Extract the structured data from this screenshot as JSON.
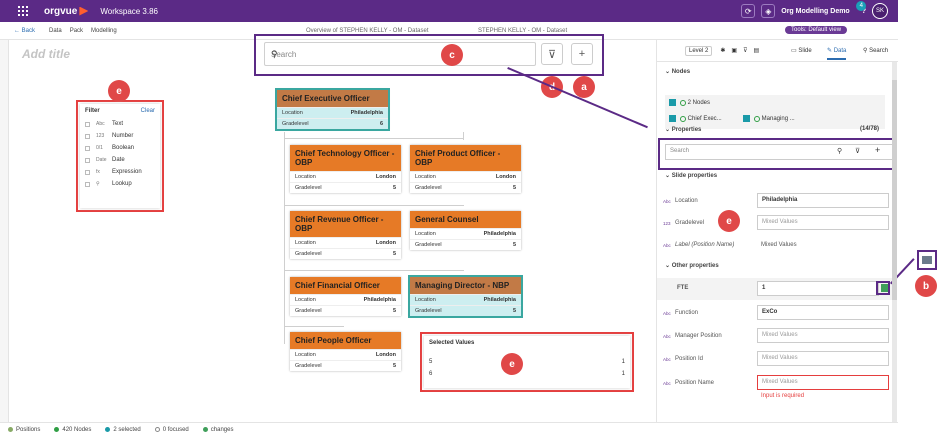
{
  "app": {
    "brand": "orgvue",
    "workspace": "Workspace 3.86",
    "org": "Org Modelling Demo",
    "badge": "4",
    "user": "SK",
    "help": "?"
  },
  "subbar": {
    "back": "Back",
    "menus": [
      "Data",
      "Pack",
      "Modelling"
    ],
    "crumb1": "Overview of STEPHEN KELLY - OM - Dataset",
    "crumb2": "STEPHEN KELLY - OM - Dataset",
    "tools": "Tools: Default view"
  },
  "canvas": {
    "add_title": "Add title"
  },
  "search": {
    "placeholder": "Search"
  },
  "callouts": {
    "a": "a",
    "b": "b",
    "c": "c",
    "d": "d",
    "e": "e"
  },
  "filter": {
    "title": "Filter",
    "clear": "Clear",
    "items": [
      {
        "icon": "Abc",
        "label": "Text"
      },
      {
        "icon": "123",
        "label": "Number"
      },
      {
        "icon": "0/1",
        "label": "Boolean"
      },
      {
        "icon": "Date",
        "label": "Date"
      },
      {
        "icon": "fx",
        "label": "Expression"
      },
      {
        "icon": "⚲",
        "label": "Lookup"
      }
    ]
  },
  "nodes": [
    {
      "title": "Chief Executive Officer",
      "loc_label": "Location",
      "loc": "Philadelphia",
      "gl_label": "Gradelevel",
      "gl": "6"
    },
    {
      "title": "Chief Technology Officer - OBP",
      "loc_label": "Location",
      "loc": "London",
      "gl_label": "Gradelevel",
      "gl": "5"
    },
    {
      "title": "Chief Product Officer - OBP",
      "loc_label": "Location",
      "loc": "London",
      "gl_label": "Gradelevel",
      "gl": "5"
    },
    {
      "title": "Chief Revenue Officer - OBP",
      "loc_label": "Location",
      "loc": "London",
      "gl_label": "Gradelevel",
      "gl": "5"
    },
    {
      "title": "General Counsel",
      "loc_label": "Location",
      "loc": "Philadelphia",
      "gl_label": "Gradelevel",
      "gl": "5"
    },
    {
      "title": "Chief Financial Officer",
      "loc_label": "Location",
      "loc": "Philadelphia",
      "gl_label": "Gradelevel",
      "gl": "5"
    },
    {
      "title": "Managing Director - NBP",
      "loc_label": "Location",
      "loc": "Philadelphia",
      "gl_label": "Gradelevel",
      "gl": "5"
    },
    {
      "title": "Chief People Officer",
      "loc_label": "Location",
      "loc": "London",
      "gl_label": "Gradelevel",
      "gl": "5"
    }
  ],
  "selected_values": {
    "title": "Selected Values",
    "rows": [
      {
        "k": "5",
        "v": "1"
      },
      {
        "k": "6",
        "v": "1"
      }
    ]
  },
  "right_panel": {
    "level": "Level 2",
    "tabs": {
      "slide": "Slide",
      "data": "Data",
      "search": "Search"
    },
    "nodes_header": "Nodes",
    "nodes_count": "2 Nodes",
    "node_chips": [
      "Chief Exec...",
      "Managing ..."
    ],
    "properties": "Properties",
    "properties_count": "(14/78)",
    "search_placeholder": "Search",
    "slide_properties": "Slide properties",
    "location_label": "Location",
    "location_value": "Philadelphia",
    "gradelevel_label": "Gradelevel",
    "gradelevel_value": "Mixed Values",
    "label_label": "Label (Position Name)",
    "label_value": "Mixed Values",
    "other_properties": "Other properties",
    "fte_label": "FTE",
    "fte_value": "1",
    "function_label": "Function",
    "function_value": "ExCo",
    "manager_label": "Manager Position",
    "manager_value": "Mixed Values",
    "posid_label": "Position Id",
    "posid_value": "Mixed Values",
    "posname_label": "Position Name",
    "posname_value": "Mixed Values",
    "error": "Input is required",
    "icons": {
      "abc": "Abc",
      "num": "123"
    }
  },
  "status": {
    "positions": "Positions",
    "nodes": "420 Nodes",
    "selected": "2 selected",
    "focused": "0 focused",
    "changes": "changes"
  }
}
